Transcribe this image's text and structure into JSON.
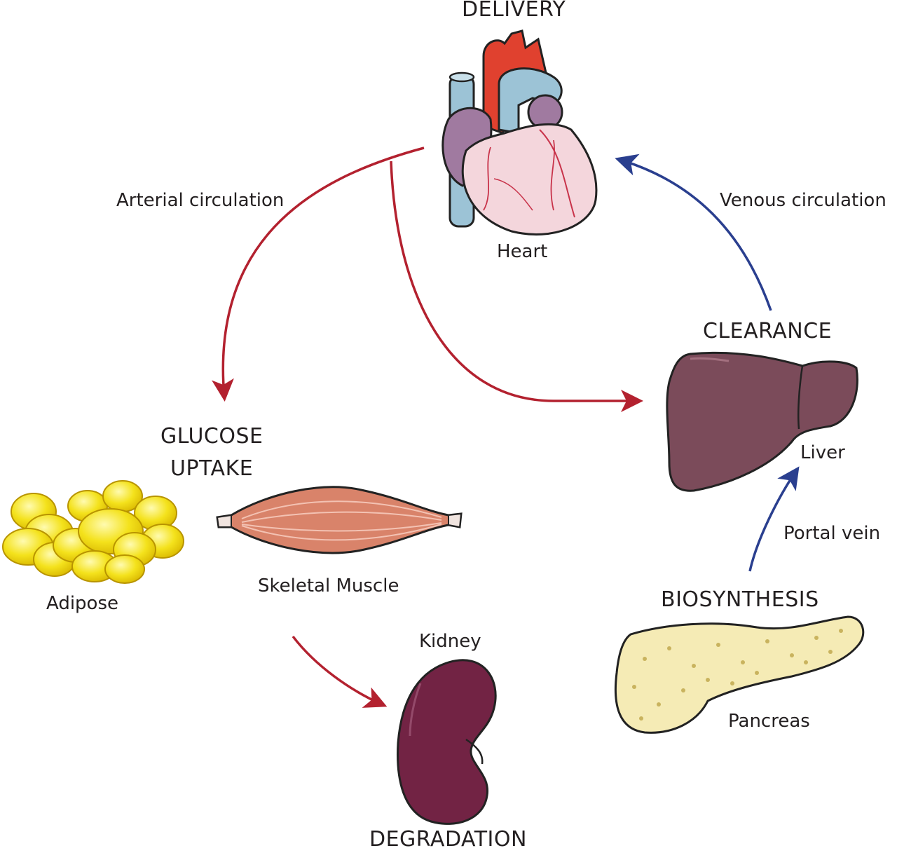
{
  "stages": {
    "delivery": "DELIVERY",
    "clearance": "CLEARANCE",
    "glucose_uptake_line1": "GLUCOSE",
    "glucose_uptake_line2": "UPTAKE",
    "biosynthesis": "BIOSYNTHESIS",
    "degradation": "DEGRADATION"
  },
  "organs": {
    "heart": "Heart",
    "liver": "Liver",
    "adipose": "Adipose",
    "skeletal_muscle": "Skeletal Muscle",
    "kidney": "Kidney",
    "pancreas": "Pancreas"
  },
  "flows": {
    "arterial": "Arterial circulation",
    "venous": "Venous circulation",
    "portal": "Portal vein"
  },
  "colors": {
    "arterial_arrow": "#b3212f",
    "venous_arrow": "#2a3f8f",
    "liver": "#7b4b5a",
    "kidney": "#722344",
    "adipose": "#f4e21c",
    "muscle": "#d9836a",
    "pancreas": "#f5ebb5",
    "heart_body": "#f4d6dc",
    "heart_atrium": "#a07aa0",
    "aorta": "#e0412f",
    "vessel_blue": "#9cc3d6"
  },
  "icons": [
    "heart-icon",
    "liver-icon",
    "adipose-icon",
    "skeletal-muscle-icon",
    "kidney-icon",
    "pancreas-icon"
  ]
}
